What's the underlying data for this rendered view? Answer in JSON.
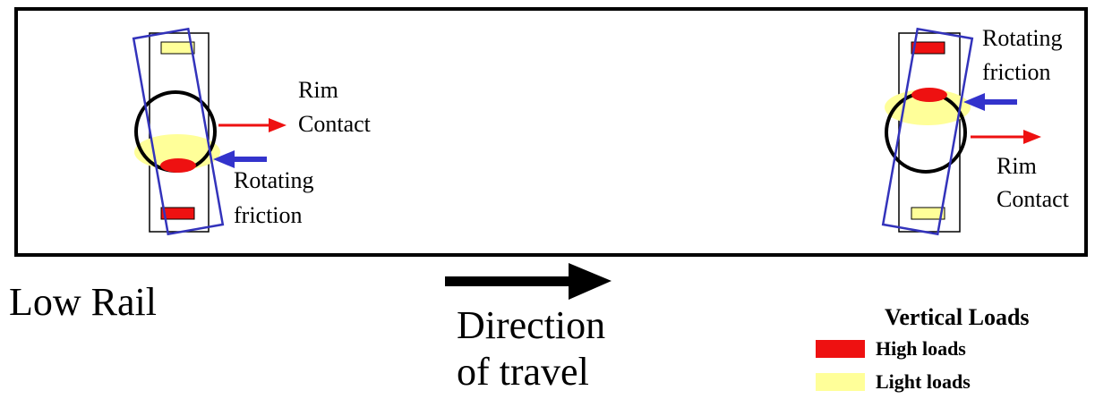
{
  "labels": {
    "left_rim_line1": "Rim",
    "left_rim_line2": "Contact",
    "left_friction_line1": "Rotating",
    "left_friction_line2": "friction",
    "right_friction_line1": "Rotating",
    "right_friction_line2": "friction",
    "right_rim_line1": "Rim",
    "right_rim_line2": "Contact",
    "low_rail": "Low Rail",
    "direction_line1": "Direction",
    "direction_line2": "of travel"
  },
  "legend": {
    "title": "Vertical Loads",
    "items": [
      {
        "label": "High loads",
        "color": "#ee1111"
      },
      {
        "label": "Light loads",
        "color": "#ffff99"
      }
    ]
  },
  "colors": {
    "high_load": "#ee1111",
    "light_load": "#ffff99",
    "rotated_frame": "#3333bb",
    "rim_contact_arrow": "#ee1111",
    "friction_arrow": "#3333cc"
  }
}
